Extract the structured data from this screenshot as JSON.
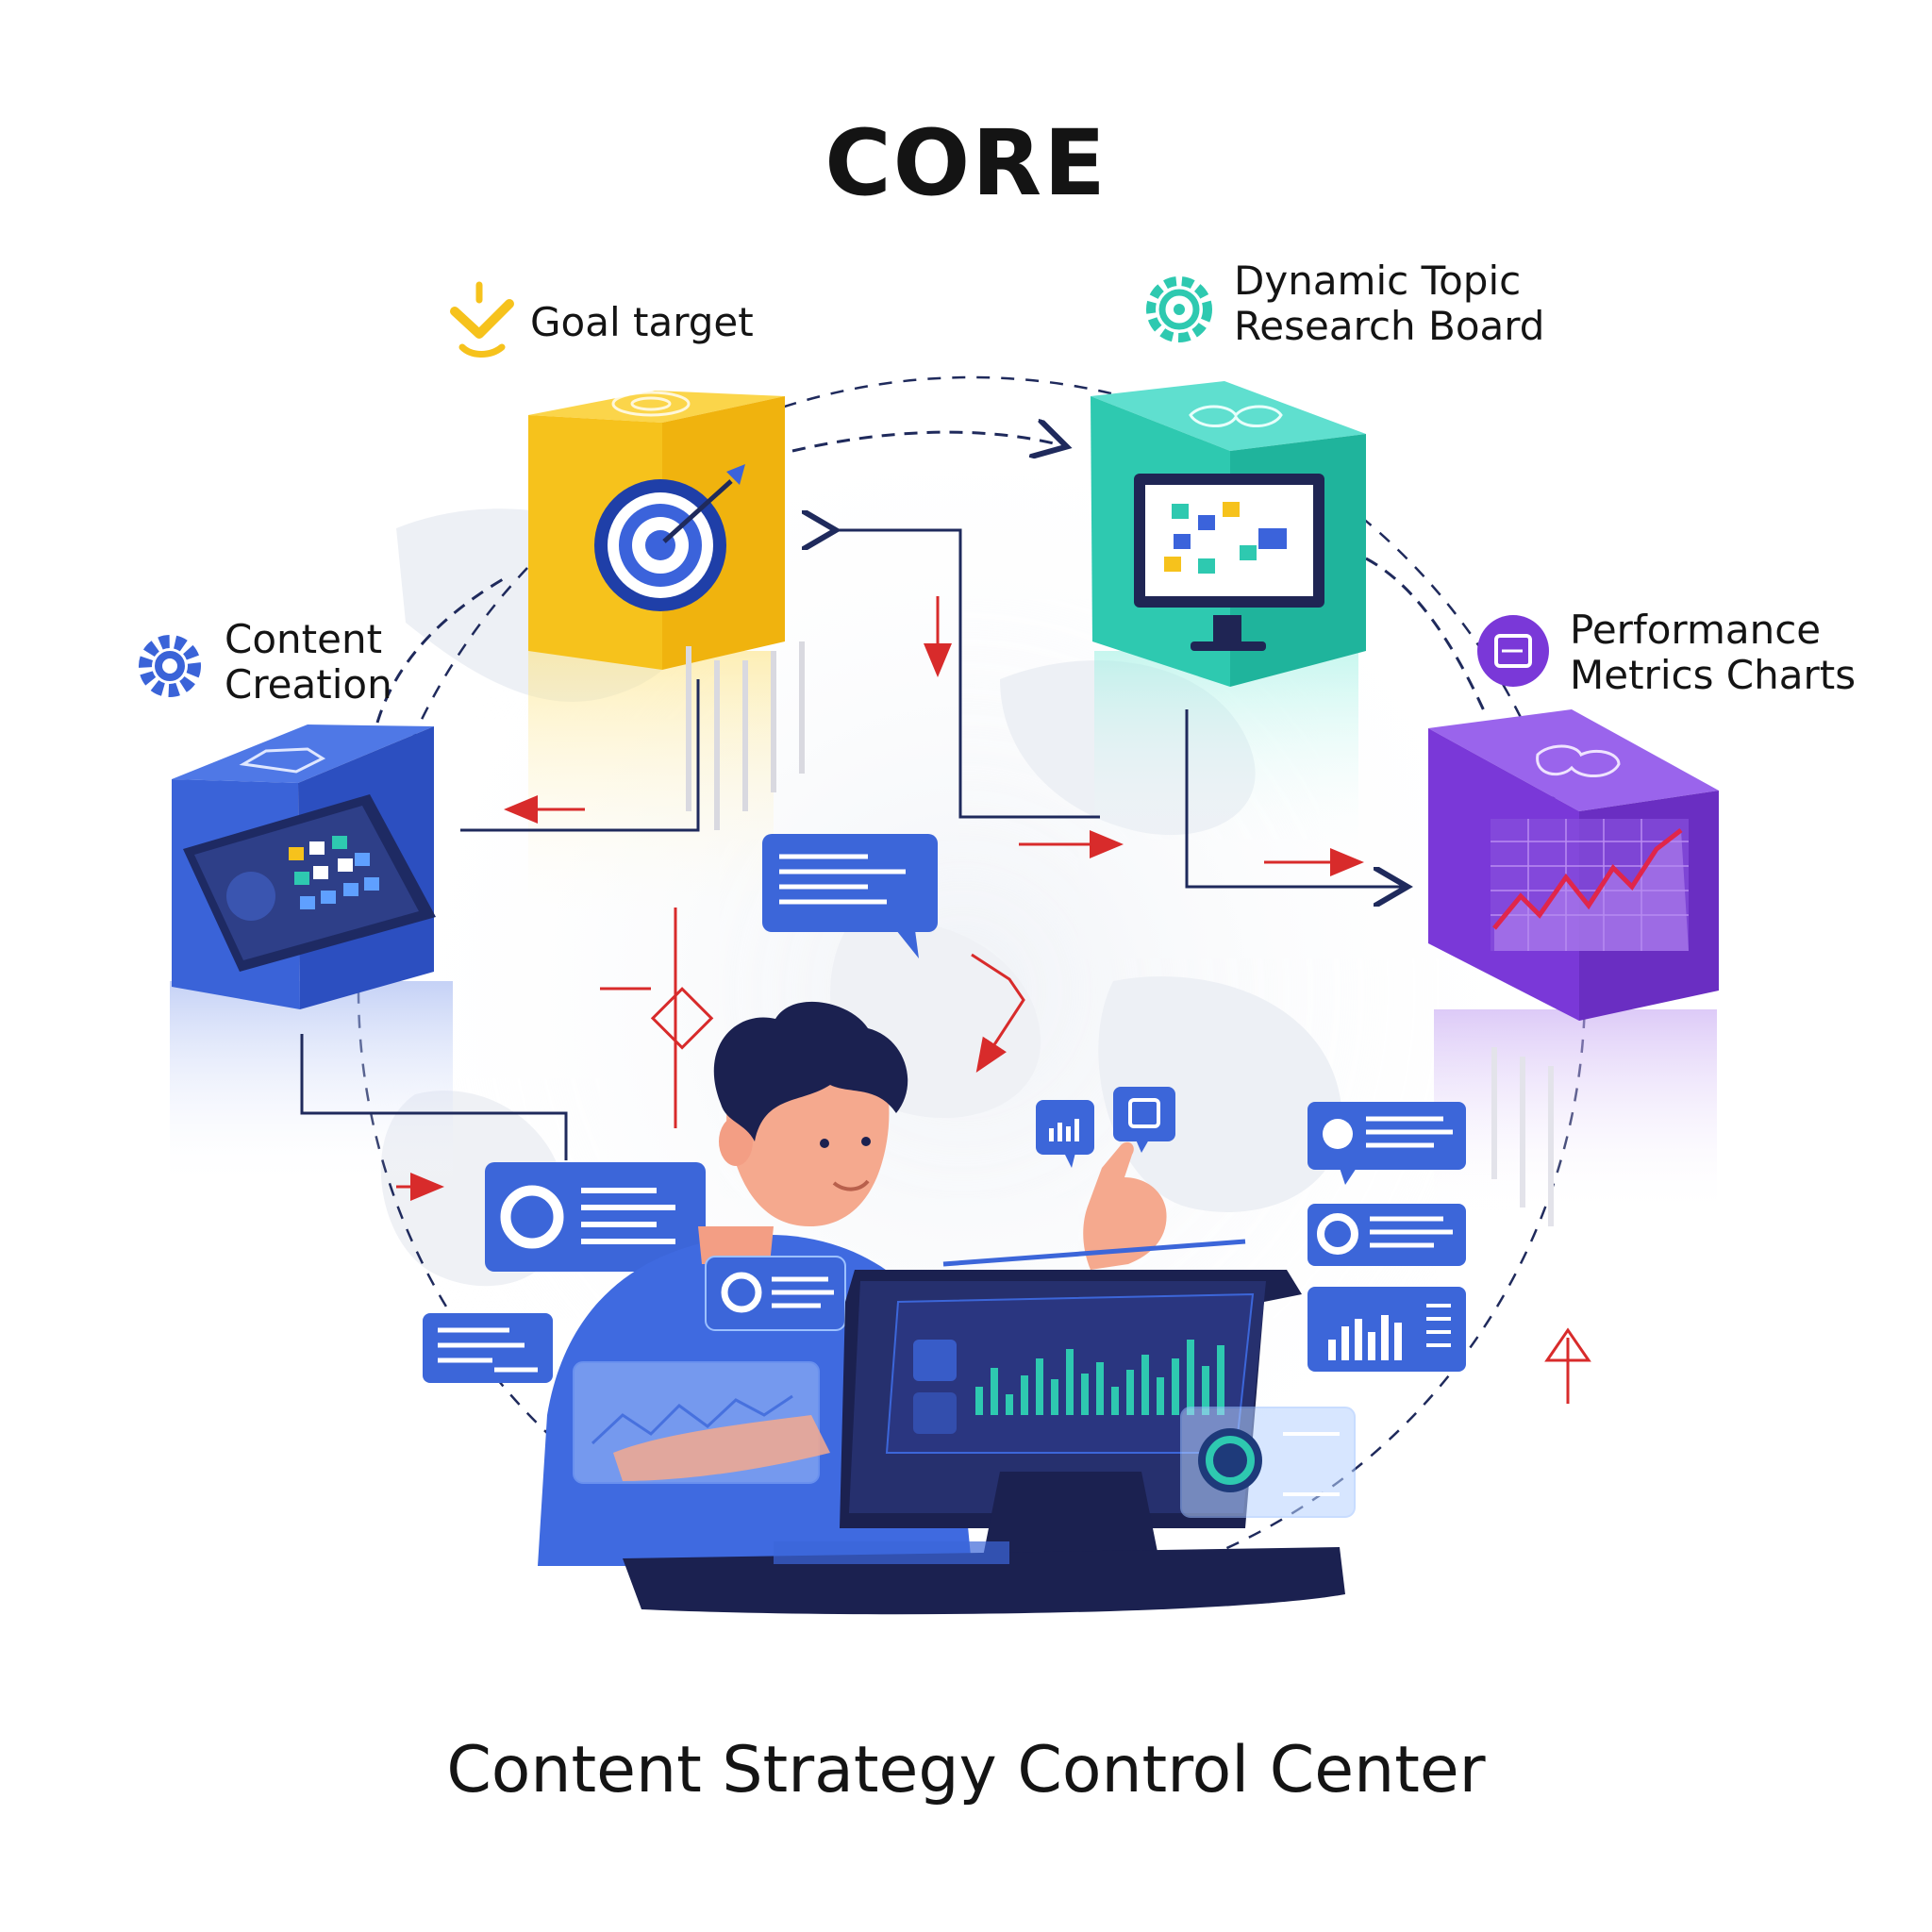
{
  "header": {
    "title": "CORE"
  },
  "footer": {
    "title": "Content Strategy Control Center"
  },
  "nodes": {
    "goal": {
      "label_lines": [
        "Goal target"
      ],
      "icon": "checkmark-chevron-icon",
      "color": "#f6c21c"
    },
    "research": {
      "label_lines": [
        "Dynamic Topic",
        "Research Board"
      ],
      "icon": "teal-gear-target-icon",
      "color": "#2ec9b0"
    },
    "content": {
      "label_lines": [
        "Content",
        "Creation"
      ],
      "icon": "blue-gear-icon",
      "color": "#3a63d8"
    },
    "metrics": {
      "label_lines": [
        "Performance",
        "Metrics Charts"
      ],
      "icon": "purple-chart-badge-icon",
      "color": "#7a38d8"
    }
  },
  "colors": {
    "accent_blue": "#3c66d9",
    "accent_red": "#d82b2b",
    "dark_navy": "#1f2554",
    "connector": "#1f2a5c"
  }
}
